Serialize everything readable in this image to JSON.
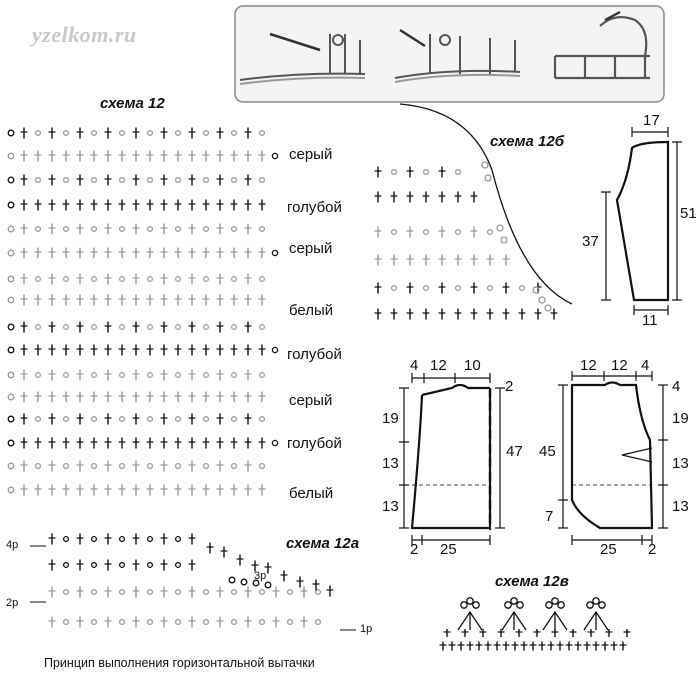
{
  "watermark": "yzelkom.ru",
  "scheme12": {
    "title": "схема 12",
    "labels": [
      "серый",
      "голубой",
      "серый",
      "белый",
      "голубой",
      "серый",
      "голубой",
      "белый"
    ]
  },
  "scheme12a": {
    "title": "схема 12а",
    "row_labels": [
      "4р",
      "2р",
      "1р",
      "3р"
    ],
    "caption": "Принцип выполнения горизонтальной вытачки"
  },
  "scheme12b": {
    "title": "схема 12б"
  },
  "scheme12v": {
    "title": "схема 12в"
  },
  "sleeve": {
    "top": "17",
    "height_total": "51",
    "height_side": "37",
    "bottom": "11"
  },
  "back": {
    "top": [
      "4",
      "12",
      "10"
    ],
    "top_right": "2",
    "left_heights": [
      "19",
      "13",
      "13"
    ],
    "right_height": "47",
    "bottom": [
      "2",
      "25"
    ]
  },
  "front": {
    "top": [
      "12",
      "12",
      "4"
    ],
    "top_right": "4",
    "left_heights": [
      "45",
      "7"
    ],
    "right_heights": [
      "19",
      "13",
      "13"
    ],
    "bottom": [
      "25",
      "2"
    ]
  },
  "colors": {
    "dark": "#111111",
    "gray": "#9a9a9a",
    "frame": "#888888",
    "frame_bg": "#f4f4f4",
    "watermark": "#c8c8c8"
  },
  "icons": [
    "crochet-hook-chain-icon",
    "double-crochet-symbol",
    "chain-ring-symbol"
  ]
}
